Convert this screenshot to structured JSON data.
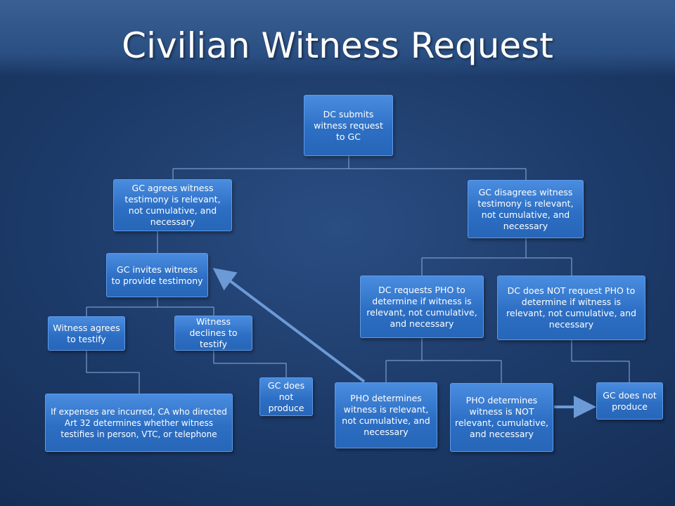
{
  "title": "Civilian Witness Request",
  "nodes": {
    "dc_submits": "DC submits witness request to GC",
    "gc_agrees": "GC agrees witness testimony is relevant, not cumulative, and necessary",
    "gc_disagrees": "GC disagrees witness testimony is relevant, not cumulative, and necessary",
    "gc_invites": "GC invites witness to provide testimony",
    "dc_requests_pho": "DC requests PHO to determine if witness is relevant, not cumulative, and necessary",
    "dc_not_request_pho": "DC does NOT request PHO to determine if witness is relevant, not cumulative, and necessary",
    "witness_agrees": "Witness agrees to testify",
    "witness_declines": "Witness declines to testify",
    "expenses": "If expenses are incurred, CA who directed Art 32 determines whether witness testifies in person, VTC, or telephone",
    "gc_not_produce_left": "GC does not produce",
    "pho_relevant": "PHO determines witness is relevant, not cumulative, and necessary",
    "pho_not_relevant": "PHO determines witness is NOT relevant, cumulative, and necessary",
    "gc_not_produce_right": "GC does not produce"
  },
  "colors": {
    "node_fill": "#3a7fd6",
    "connector": "#8ab0e0",
    "arrow": "#6c9ad6"
  }
}
